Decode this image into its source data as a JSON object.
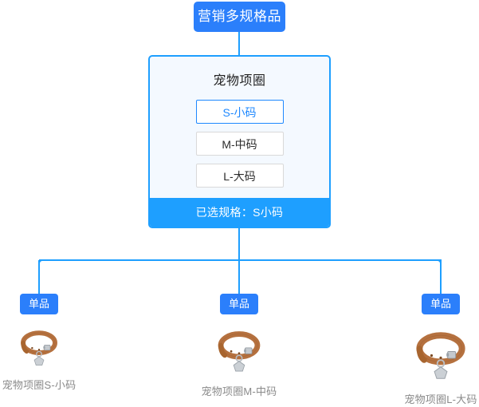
{
  "root": {
    "label": "营销多规格品"
  },
  "spec_card": {
    "title": "宠物项圈",
    "options": [
      {
        "label": "S-小码",
        "selected": true
      },
      {
        "label": "M-中码",
        "selected": false
      },
      {
        "label": "L-大码",
        "selected": false
      }
    ],
    "footer": "已选规格：S小码"
  },
  "skus": [
    {
      "badge": "单品",
      "caption": "宠物项圈S-小码",
      "image_name": "pet-collar-small-image"
    },
    {
      "badge": "单品",
      "caption": "宠物项圈M-中码",
      "image_name": "pet-collar-medium-image"
    },
    {
      "badge": "单品",
      "caption": "宠物项圈L-大码",
      "image_name": "pet-collar-large-image"
    }
  ],
  "colors": {
    "primary_badge": "#2B7FFB",
    "connector": "#1E9FFF",
    "card_border": "#1E9FFF",
    "card_fill": "#F4F9FF",
    "footer_bg": "#1E9FFF",
    "selected_option": "#1E88FF",
    "caption_text": "#8A8A8A",
    "collar_leather": "#B5713F",
    "collar_metal": "#C9CDD2"
  }
}
